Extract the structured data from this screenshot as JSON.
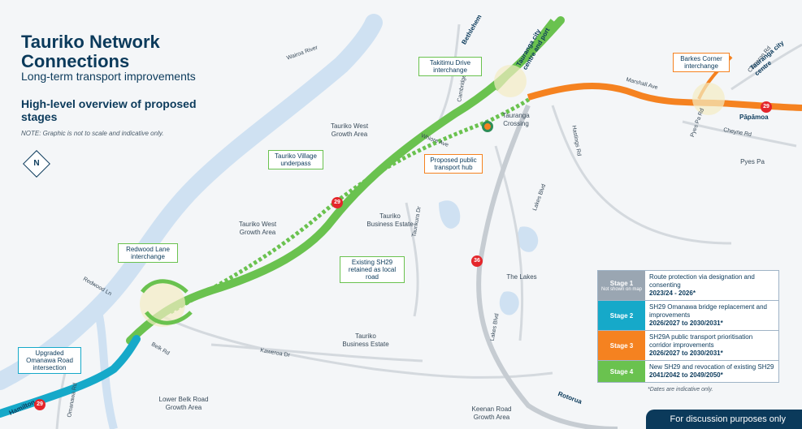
{
  "title": "Tauriko Network Connections",
  "subtitle": "Long-term transport improvements",
  "subtitle_bold": "High-level overview of proposed stages",
  "note": "NOTE: Graphic is not to scale and indicative only.",
  "north_label": "N",
  "areas": {
    "tauriko_west_growth_top": "Tauriko West Growth Area",
    "tauriko_west_growth_mid": "Tauriko West Growth Area",
    "tauriko_business_estate_top": "Tauriko Business Estate",
    "tauriko_business_estate_bottom": "Tauriko Business Estate",
    "the_lakes": "The Lakes",
    "pyes_pa": "Pyes Pa",
    "lower_belk": "Lower Belk Road Growth Area",
    "keenan_road": "Keenan Road Growth Area",
    "tauranga_crossing": "Tauranga Crossing"
  },
  "roads": {
    "wairoa_river": "Wairoa River",
    "cambridge_rd": "Cambridge Rd",
    "whiore_ave": "Whiore Ave",
    "taurikura_dr": "Taurikura Dr",
    "hastings_rd": "Hastings Rd",
    "lakes_blvd_top": "Lakes Blvd",
    "lakes_blvd_bottom": "Lakes Blvd",
    "redwood_ln": "Redwood Ln",
    "belk_rd": "Belk Rd",
    "kaweroa_dr": "Kaweroa Dr",
    "omanawa_rd": "Omanawa Rd",
    "marshall_ave": "Marshall Ave",
    "cheyne_rd": "Cheyne Rd",
    "pyes_pa_rd": "Pyes Pa Rd",
    "cameron_rd": "Cameron Rd"
  },
  "directions": {
    "bethlehem": "Bethlehem",
    "tauranga_port": "Tauranga city centre and port",
    "tauranga_city": "Tauranga city centre",
    "papamoa": "Pāpāmoa",
    "hamilton": "Hamilton",
    "rotorua": "Rotorua"
  },
  "shields": {
    "sh29_a": "29",
    "sh29_b": "29",
    "sh29_c": "29",
    "sh36": "36"
  },
  "callouts": {
    "takitimu": "Takitimu Drive interchange",
    "barkes": "Barkes Corner interchange",
    "tauriko_village": "Tauriko Village underpass",
    "public_transport": "Proposed public transport hub",
    "redwood": "Redwood Lane interchange",
    "existing_sh29": "Existing SH29 retained as local road",
    "omanawa": "Upgraded Omanawa Road intersection"
  },
  "legend": [
    {
      "stage": "Stage 1",
      "stage_sub": "Not shown on map",
      "color": "#9aa6b2",
      "desc": "Route protection via designation and consenting",
      "dates": "2023/24 - 2026*"
    },
    {
      "stage": "Stage 2",
      "stage_sub": "",
      "color": "#16a9c9",
      "desc": "SH29 Omanawa bridge replacement and improvements",
      "dates": "2026/2027 to 2030/2031*"
    },
    {
      "stage": "Stage 3",
      "stage_sub": "",
      "color": "#f58220",
      "desc": "SH29A public transport prioritisation corridor improvements",
      "dates": "2026/2027 to 2030/2031*"
    },
    {
      "stage": "Stage 4",
      "stage_sub": "",
      "color": "#6ac24f",
      "desc": "New SH29 and revocation of existing SH29",
      "dates": "2041/2042 to 2049/2050*"
    }
  ],
  "dates_note": "*Dates are indicative only.",
  "footer": "For discussion purposes only",
  "colors": {
    "green": "#6ac24f",
    "orange": "#f58220",
    "cyan": "#16a9c9",
    "river": "#cfe1f2",
    "navy": "#0b3a5b"
  }
}
